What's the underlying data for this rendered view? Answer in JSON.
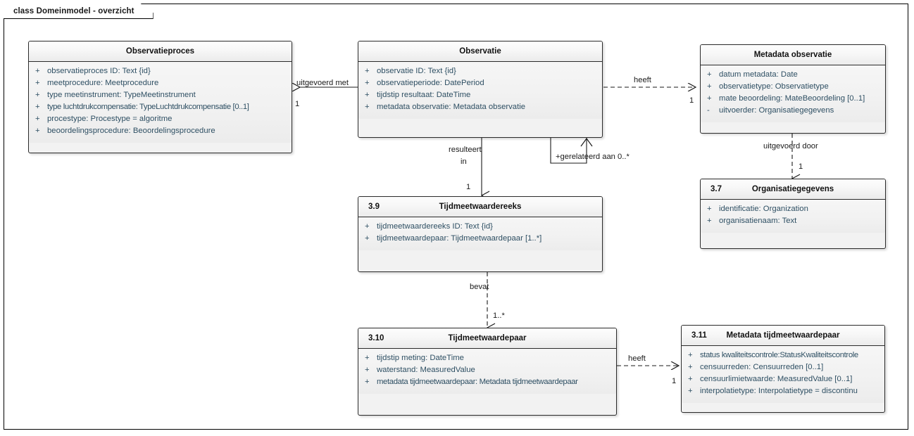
{
  "diagram": {
    "frame_label": "class Domeinmodel - overzicht",
    "accent": "#2e4f63",
    "line_color": "#1a1a1a",
    "box_fill": "#f2f2f2"
  },
  "classes": {
    "observatieproces": {
      "number": "",
      "title": "Observatieproces",
      "attributes": [
        {
          "visibility": "+",
          "text": "observatieproces ID: Text {id}"
        },
        {
          "visibility": "+",
          "text": "meetprocedure: Meetprocedure"
        },
        {
          "visibility": "+",
          "text": "type meetinstrument: TypeMeetinstrument"
        },
        {
          "visibility": "+",
          "text": "type luchtdrukcompensatie: TypeLuchtdrukcompensatie [0..1]"
        },
        {
          "visibility": "+",
          "text": "procestype: Procestype = algoritme"
        },
        {
          "visibility": "+",
          "text": "beoordelingsprocedure: Beoordelingsprocedure"
        }
      ]
    },
    "observatie": {
      "number": "",
      "title": "Observatie",
      "attributes": [
        {
          "visibility": "+",
          "text": "observatie ID: Text {id}"
        },
        {
          "visibility": "+",
          "text": "observatieperiode: DatePeriod"
        },
        {
          "visibility": "+",
          "text": "tijdstip resultaat: DateTime"
        },
        {
          "visibility": "+",
          "text": "metadata observatie: Metadata observatie"
        }
      ]
    },
    "metadata_observatie": {
      "number": "",
      "title": "Metadata observatie",
      "attributes": [
        {
          "visibility": "+",
          "text": "datum metadata: Date"
        },
        {
          "visibility": "+",
          "text": "observatietype: Observatietype"
        },
        {
          "visibility": "+",
          "text": "mate beoordeling: MateBeoordeling [0..1]"
        },
        {
          "visibility": "-",
          "text": "uitvoerder: Organisatiegegevens"
        }
      ]
    },
    "organisatiegegevens": {
      "number": "3.7",
      "title": "Organisatiegegevens",
      "attributes": [
        {
          "visibility": "+",
          "text": "identificatie: Organization"
        },
        {
          "visibility": "+",
          "text": "organisatienaam: Text"
        }
      ]
    },
    "tijdmeetwaardereeks": {
      "number": "3.9",
      "title": "Tijdmeetwaardereeks",
      "attributes": [
        {
          "visibility": "+",
          "text": "tijdmeetwaardereeks ID: Text {id}"
        },
        {
          "visibility": "+",
          "text": "tijdmeetwaardepaar: Tijdmeetwaardepaar [1..*]"
        }
      ]
    },
    "tijdmeetwaardepaar": {
      "number": "3.10",
      "title": "Tijdmeetwaardepaar",
      "attributes": [
        {
          "visibility": "+",
          "text": "tijdstip meting: DateTime"
        },
        {
          "visibility": "+",
          "text": "waterstand: MeasuredValue"
        },
        {
          "visibility": "+",
          "text": "metadata tijdmeetwaardepaar: Metadata tijdmeetwaardepaar"
        }
      ]
    },
    "metadata_tijdmeetwaardepaar": {
      "number": "3.11",
      "title": "Metadata tijdmeetwaardepaar",
      "attributes": [
        {
          "visibility": "+",
          "text": "status kwaliteitscontrole:StatusKwaliteitscontrole"
        },
        {
          "visibility": "+",
          "text": "censuurreden: Censuurreden [0..1]"
        },
        {
          "visibility": "+",
          "text": "censuurlimietwaarde: MeasuredValue [0..1]"
        },
        {
          "visibility": "+",
          "text": "interpolatietype: Interpolatietype = discontinu"
        }
      ]
    }
  },
  "connectors": {
    "uitgevoerd_met": {
      "label": "uitgevoerd met",
      "multiplicity": "1",
      "style": "solid"
    },
    "heeft_observatie": {
      "label": "heeft",
      "multiplicity": "1",
      "style": "dashed"
    },
    "gerelateerd_aan": {
      "label": "+gerelateerd aan 0..*",
      "multiplicity": "",
      "style": "solid"
    },
    "resulteert_in": {
      "label_line1": "resulteert",
      "label_line2": "in",
      "multiplicity": "1",
      "style": "solid"
    },
    "uitgevoerd_door": {
      "label": "uitgevoerd door",
      "multiplicity": "1",
      "style": "dashed"
    },
    "bevat": {
      "label": "bevat",
      "multiplicity": "1..*",
      "style": "dashed"
    },
    "heeft_paar": {
      "label": "heeft",
      "multiplicity": "1",
      "style": "dashed"
    }
  }
}
